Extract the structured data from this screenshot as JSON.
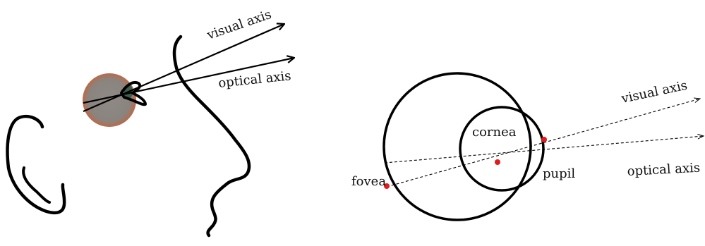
{
  "left_figure": {
    "labels": {
      "visual_axis": "visual axis",
      "optical_axis": "optical axis"
    },
    "colors": {
      "eyeball_fill": "#8c8680",
      "eyeball_rim": "#c8643c",
      "iris": "#3a5f4e",
      "stroke": "#000000"
    }
  },
  "right_figure": {
    "labels": {
      "cornea": "cornea",
      "pupil": "pupil",
      "fovea": "fovea",
      "visual_axis": "visual axis",
      "optical_axis": "optical axis"
    },
    "colors": {
      "point": "#e31b1b",
      "stroke": "#000000"
    }
  }
}
